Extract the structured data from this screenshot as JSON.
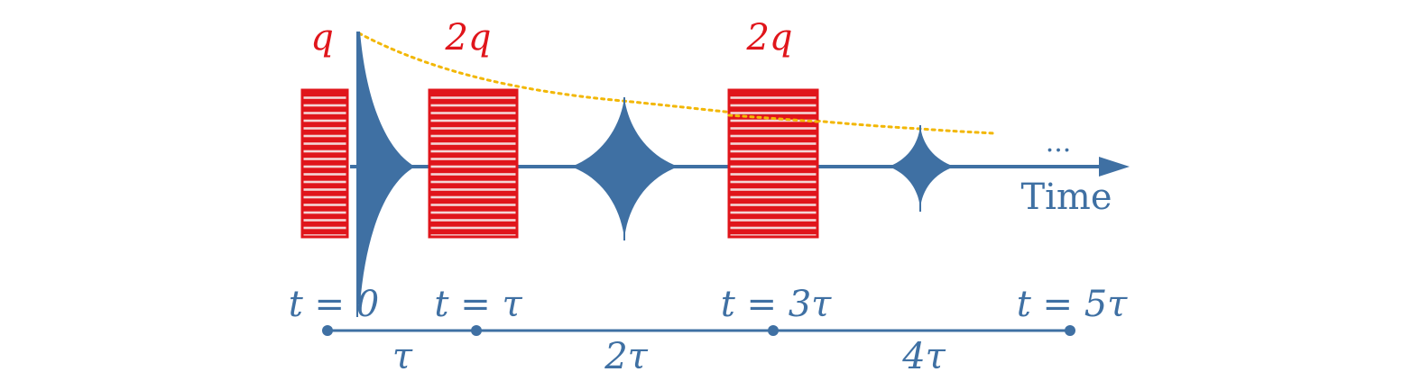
{
  "colors": {
    "blue": "#3f70a3",
    "red": "#e0151b",
    "dotted": "#f2b705",
    "white": "#ffffff"
  },
  "pulse_labels": {
    "first": "q",
    "second": "2q",
    "third": "2q"
  },
  "axis": {
    "time_label": "Time",
    "ellipsis": "..."
  },
  "time_marks": {
    "t0": "t = 0",
    "t1": "t = τ",
    "t3": "t = 3τ",
    "t5": "t = 5τ"
  },
  "intervals": {
    "first": "τ",
    "second": "2τ",
    "third": "4τ"
  }
}
